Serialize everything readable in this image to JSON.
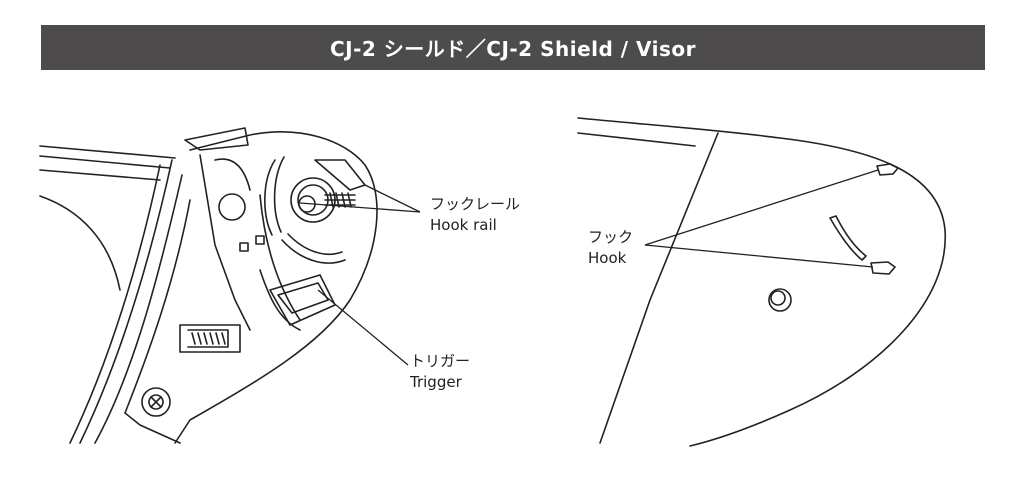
{
  "title": "CJ-2 シールド／CJ-2 Shield / Visor",
  "labels": {
    "hook_rail_jp": "フックレール",
    "hook_rail_en": "Hook rail",
    "trigger_jp": "トリガー",
    "trigger_en": "Trigger",
    "hook_jp": "フック",
    "hook_en": "Hook"
  },
  "colors": {
    "header_bg": "#4d4b4c",
    "header_text": "#ffffff",
    "line": "#222222"
  }
}
